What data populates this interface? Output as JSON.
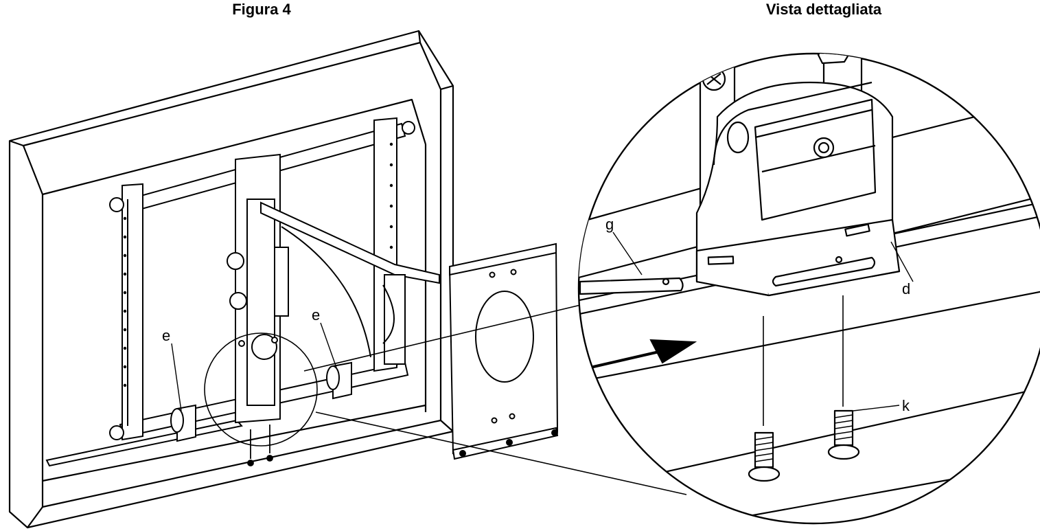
{
  "captions": {
    "figure": "Figura 4",
    "detail": "Vista dettagliata"
  },
  "callouts": {
    "e": "e",
    "g": "g",
    "d": "d",
    "k": "k"
  },
  "colors": {
    "line": "#000000",
    "background": "#ffffff",
    "shade": "#f2f2f2"
  }
}
